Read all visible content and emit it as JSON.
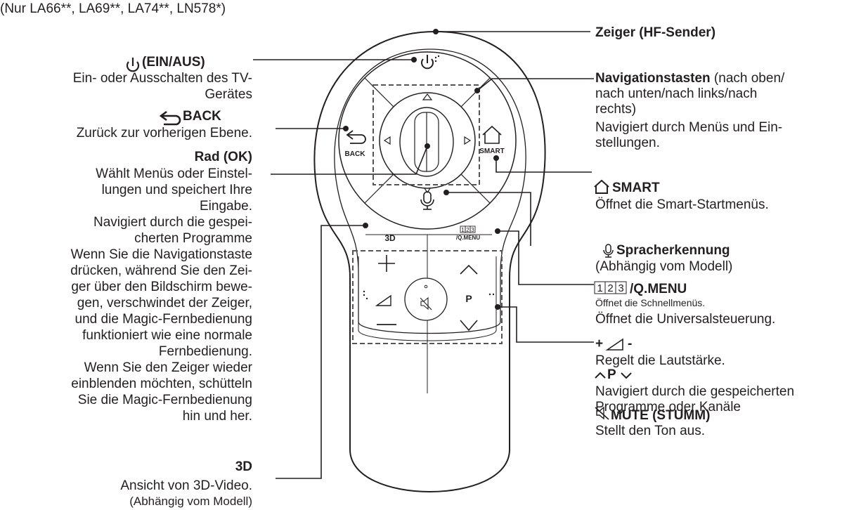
{
  "header_note": "(Nur LA66**, LA69**, LA74**, LN578*)",
  "left": {
    "power": {
      "title": "(EIN/AUS)",
      "desc": [
        "Ein- oder Ausschalten des TV-",
        "Gerätes"
      ]
    },
    "back": {
      "title": "BACK",
      "desc": "Zurück zur vorherigen Ebene."
    },
    "wheel": {
      "title": "Rad (OK)",
      "desc": [
        "Wählt Menüs oder Einstel-",
        "lungen und speichert Ihre",
        "Eingabe.",
        "Navigiert durch die gespei-",
        "cherten Programme",
        "Wenn Sie die Navigationstaste",
        "drücken, während Sie den Zei-",
        "ger über den Bildschirm bewe-",
        "gen, verschwindet der Zeiger,",
        "und die Magic-Fernbedienung",
        "funktioniert wie eine normale",
        "Fernbedienung.",
        "Wenn Sie den Zeiger wieder",
        "einblenden möchten, schütteln",
        "Sie die Magic-Fernbedienung",
        "hin und her."
      ]
    },
    "threed": {
      "title": "3D",
      "desc": [
        "Ansicht von 3D-Video.",
        "(Abhängig vom Modell)"
      ]
    }
  },
  "right": {
    "pointer": {
      "title": "Zeiger (HF-Sender)"
    },
    "nav": {
      "title": "Navigationstasten",
      "title_suffix": " (nach oben/",
      "desc": [
        "nach unten/nach links/nach",
        "rechts)",
        "Navigiert durch Menüs und Ein-",
        "stellungen."
      ]
    },
    "smart": {
      "title": "SMART",
      "desc": "Öffnet die Smart-Startmenüs."
    },
    "voice": {
      "title": "Spracherkennung",
      "desc": "(Abhängig vom Modell)"
    },
    "qmenu": {
      "title": "/Q.MENU",
      "digits": [
        "1",
        "2",
        "3"
      ],
      "desc_small": "Öffnet die Schnellmenüs.",
      "desc": "Öffnet die Universalsteuerung."
    },
    "volume": {
      "title_plus": "+",
      "title_minus": "-",
      "desc": "Regelt die Lautstärke.",
      "p_label": "P",
      "p_desc": [
        "Navigiert durch die gespeicherten",
        "Programme oder Kanäle"
      ],
      "mute_title": "MUTE (STUMM)",
      "mute_desc": "Stellt den Ton aus."
    }
  },
  "remote": {
    "back_label": "BACK",
    "smart_label": "SMART",
    "threed_label": "3D",
    "qmenu_label": "/Q.MENU",
    "qmenu_digits": [
      "1",
      "2",
      "3"
    ],
    "p_label": "P"
  }
}
